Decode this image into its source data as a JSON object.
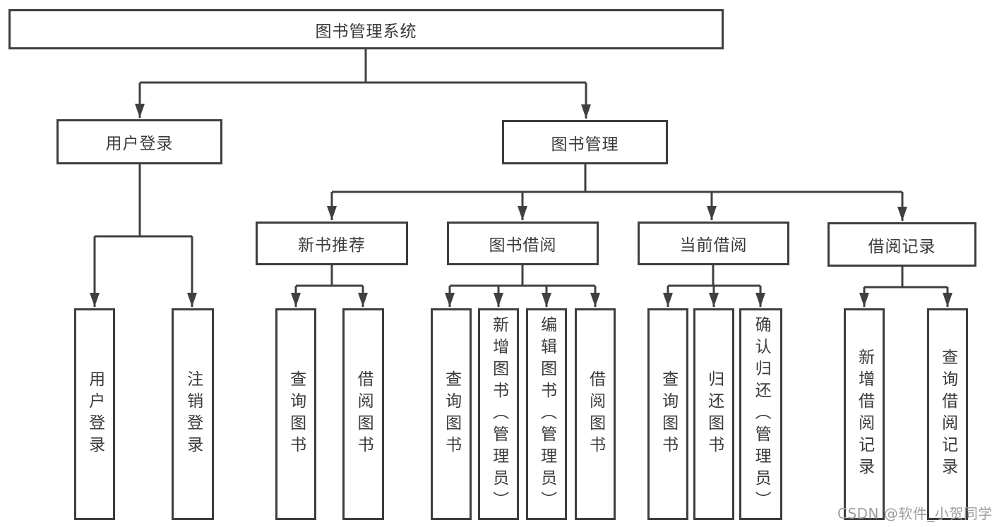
{
  "tree": {
    "label": "图书管理系统",
    "children": [
      {
        "label": "用户登录",
        "children": [
          {
            "label": "用户登录"
          },
          {
            "label": "注销登录"
          }
        ]
      },
      {
        "label": "图书管理",
        "children": [
          {
            "label": "新书推荐",
            "children": [
              {
                "label": "查询图书"
              },
              {
                "label": "借阅图书"
              }
            ]
          },
          {
            "label": "图书借阅",
            "children": [
              {
                "label": "查询图书"
              },
              {
                "label": "新增图书（管理员）"
              },
              {
                "label": "编辑图书（管理员）"
              },
              {
                "label": "借阅图书"
              }
            ]
          },
          {
            "label": "当前借阅",
            "children": [
              {
                "label": "查询图书"
              },
              {
                "label": "归还图书"
              },
              {
                "label": "确认归还（管理员）"
              }
            ]
          },
          {
            "label": "借阅记录",
            "children": [
              {
                "label": "新增借阅记录"
              },
              {
                "label": "查询借阅记录"
              }
            ]
          }
        ]
      }
    ]
  },
  "watermark": {
    "text": "CSDN @软件_小贺同学"
  },
  "colors": {
    "line": "#404040",
    "box_border": "#3d3d3d",
    "text": "#3a3a3a",
    "watermark_text": "#9e9e9e",
    "background": "#ffffff"
  }
}
